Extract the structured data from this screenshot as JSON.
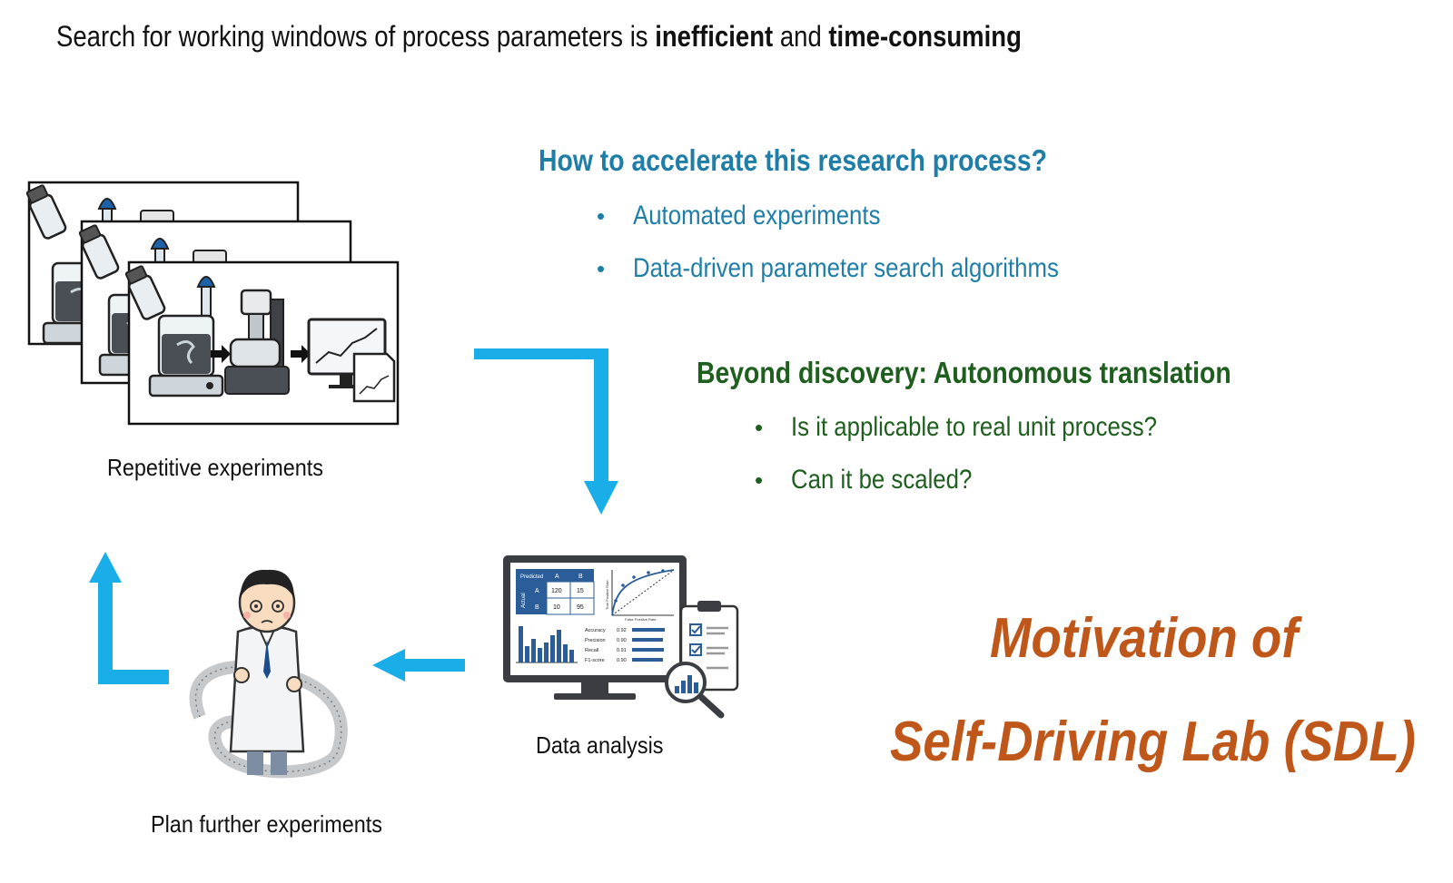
{
  "headline": {
    "prefix": "Search for working windows of process parameters is ",
    "bold1": "inefficient",
    "middle": " and ",
    "bold2": "time-consuming"
  },
  "accelerate": {
    "title": "How to accelerate this research process?",
    "items": [
      "Automated experiments",
      "Data-driven parameter search algorithms"
    ]
  },
  "beyond": {
    "title": "Beyond discovery: Autonomous translation",
    "items": [
      "Is it applicable to real unit process?",
      "Can it be scaled?"
    ]
  },
  "captions": {
    "experiments": "Repetitive experiments",
    "analysis": "Data analysis",
    "plan": "Plan further experiments"
  },
  "monitor": {
    "matrix": {
      "header": [
        "Predicted",
        "A",
        "B"
      ],
      "side": "Actual",
      "rows": [
        [
          "A",
          "120",
          "15"
        ],
        [
          "B",
          "10",
          "95"
        ]
      ]
    },
    "roc_ylabel": "True Positive Rate",
    "roc_xlabel": "False Positive Rate",
    "metrics": [
      {
        "name": "Accuracy",
        "value": "0.92"
      },
      {
        "name": "Precision",
        "value": "0.90"
      },
      {
        "name": "Recall",
        "value": "0.91"
      },
      {
        "name": "F1-score",
        "value": "0.90"
      }
    ]
  },
  "sdl": {
    "line1": "Motivation of",
    "line2": "Self-Driving Lab (SDL)"
  },
  "colors": {
    "arrow": "#19aee8",
    "blue_text": "#1f7ea8",
    "green_text": "#1e5e1e",
    "sdl_text": "#c0571a"
  }
}
